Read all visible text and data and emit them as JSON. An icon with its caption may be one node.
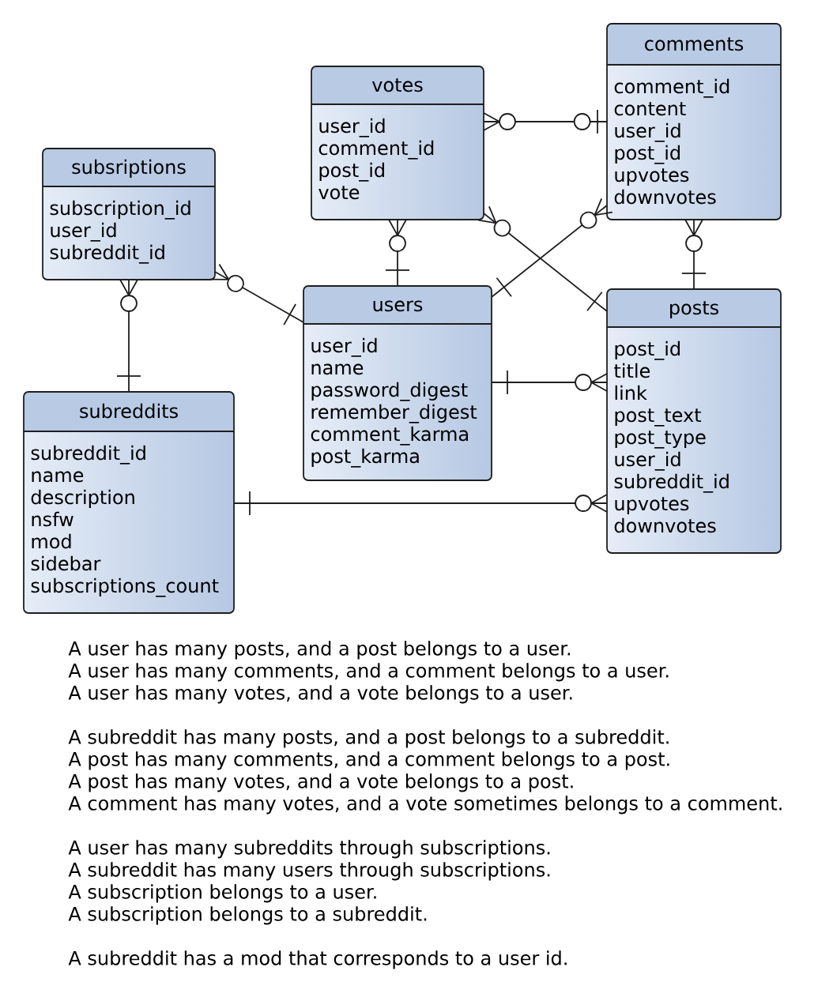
{
  "diagram": {
    "nodes": [
      {
        "text": [
          "subsriptions",
          "subscription_id",
          "user_id",
          "subreddit_id"
        ]
      },
      {
        "text": [
          "votes",
          "user_id",
          "comment_id",
          "post_id",
          "vote"
        ]
      },
      {
        "text": [
          "comments",
          "comment_id",
          "content",
          "user_id",
          "post_id",
          "upvotes",
          "downvotes"
        ]
      },
      {
        "text": [
          "users",
          "user_id",
          "name",
          "password_digest",
          "remember_digest",
          "comment_karma",
          "post_karma"
        ]
      },
      {
        "text": [
          "posts",
          "post_id",
          "title",
          "link",
          "post_text",
          "post_type",
          "user_id",
          "subreddit_id",
          "upvotes",
          "downvotes"
        ]
      },
      {
        "text": [
          "subreddits",
          "subreddit_id",
          "name",
          "description",
          "nsfw",
          "mod",
          "sidebar",
          "subscriptions_count"
        ]
      }
    ],
    "edges": [
      {
        "from": 0,
        "to": 5,
        "arrow": "other"
      },
      {
        "from": 0,
        "to": 3,
        "arrow": "other"
      },
      {
        "from": 1,
        "to": 3,
        "arrow": "other"
      },
      {
        "from": 1,
        "to": 2,
        "arrow": "other"
      },
      {
        "from": 1,
        "to": 4,
        "arrow": "other"
      },
      {
        "from": 2,
        "to": 3,
        "arrow": "other"
      },
      {
        "from": 2,
        "to": 4,
        "arrow": "other"
      },
      {
        "from": 4,
        "to": 3,
        "arrow": "other"
      },
      {
        "from": 4,
        "to": 5,
        "arrow": "other"
      }
    ],
    "labels": [
      "A user has many posts, and a post belongs to a user.",
      "A user has many comments, and a comment belongs to a user.",
      "A user has many votes, and a vote belongs to a user.",
      "A subreddit has many posts, and a post belongs to a subreddit.",
      "A post has many comments, and a comment belongs to a post.",
      "A post has many votes, and a vote belongs to a post.",
      "A comment has many votes, and a vote sometimes belongs to a comment.",
      "A user has many subreddits through subscriptions.",
      "A subreddit has many users through subscriptions.",
      "A subscription belongs to a user.",
      "A subscription belongs to a subreddit.",
      "A subreddit has a mod that corresponds to a user id."
    ]
  }
}
